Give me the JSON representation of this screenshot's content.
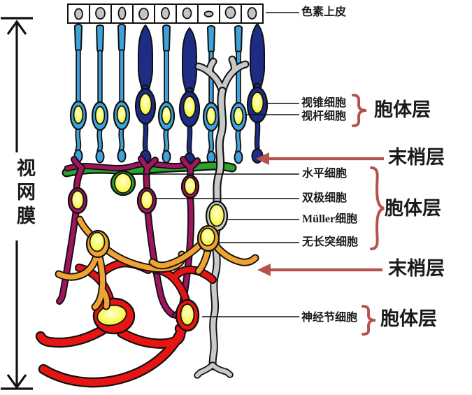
{
  "diagram": {
    "title_left": "视网膜",
    "cell_labels": {
      "pigment_epithelium": "色素上皮",
      "cone_cell": "视锥细胞",
      "rod_cell": "视杆细胞",
      "horizontal_cell": "水平细胞",
      "bipolar_cell": "双极细胞",
      "muller_cell": "Müller细胞",
      "amacrine_cell": "无长突细胞",
      "ganglion_cell": "神经节细胞"
    },
    "layer_labels": {
      "soma_top": "胞体层",
      "terminal_top": "末梢层",
      "soma_middle": "胞体层",
      "terminal_bottom": "末梢层",
      "soma_bottom": "胞体层"
    },
    "colors": {
      "rod": "#3fa2da",
      "cone": "#1d2d85",
      "horizontal": "#2ca32e",
      "bipolar": "#a01460",
      "muller": "#c9c9c9",
      "amacrine": "#f0a232",
      "ganglion": "#e81414",
      "pigment_nucleus": "#c4c4c4",
      "annotation": "#b5524e",
      "outline": "#101010"
    }
  }
}
